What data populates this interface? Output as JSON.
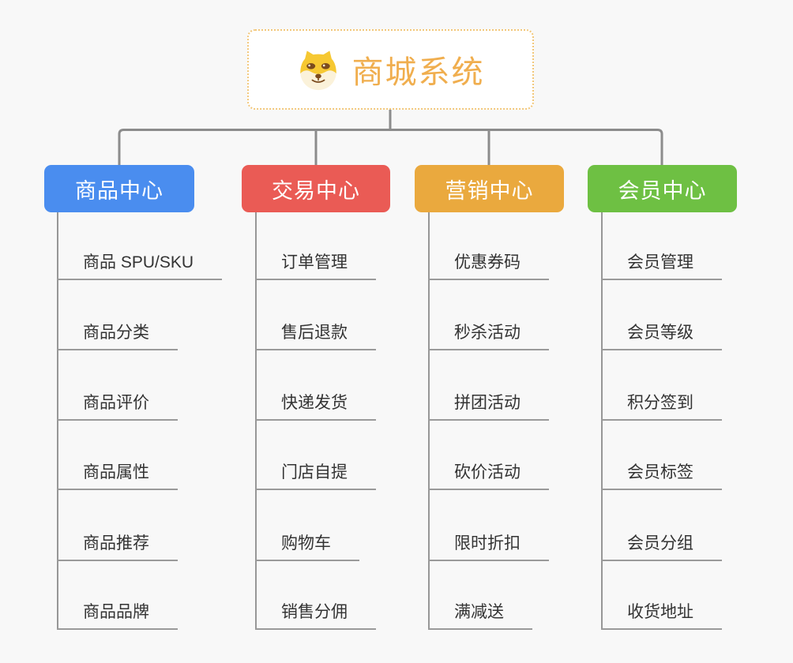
{
  "root": {
    "title": "商城系统",
    "icon": "doge-icon"
  },
  "branches": [
    {
      "label": "商品中心",
      "color": "#4A8DEF",
      "items": [
        "商品 SPU/SKU",
        "商品分类",
        "商品评价",
        "商品属性",
        "商品推荐",
        "商品品牌"
      ]
    },
    {
      "label": "交易中心",
      "color": "#EA5B55",
      "items": [
        "订单管理",
        "售后退款",
        "快递发货",
        "门店自提",
        "购物车",
        "销售分佣"
      ]
    },
    {
      "label": "营销中心",
      "color": "#EAA93E",
      "items": [
        "优惠券码",
        "秒杀活动",
        "拼团活动",
        "砍价活动",
        "限时折扣",
        "满减送"
      ]
    },
    {
      "label": "会员中心",
      "color": "#6EC043",
      "items": [
        "会员管理",
        "会员等级",
        "积分签到",
        "会员标签",
        "会员分组",
        "收货地址"
      ]
    }
  ],
  "colors": {
    "background": "#F8F8F8",
    "connector": "#8C8C8C",
    "underline": "#9A9A9A",
    "item_text": "#333333",
    "root_border": "#F2C77A",
    "root_text": "#F0AE4E"
  }
}
